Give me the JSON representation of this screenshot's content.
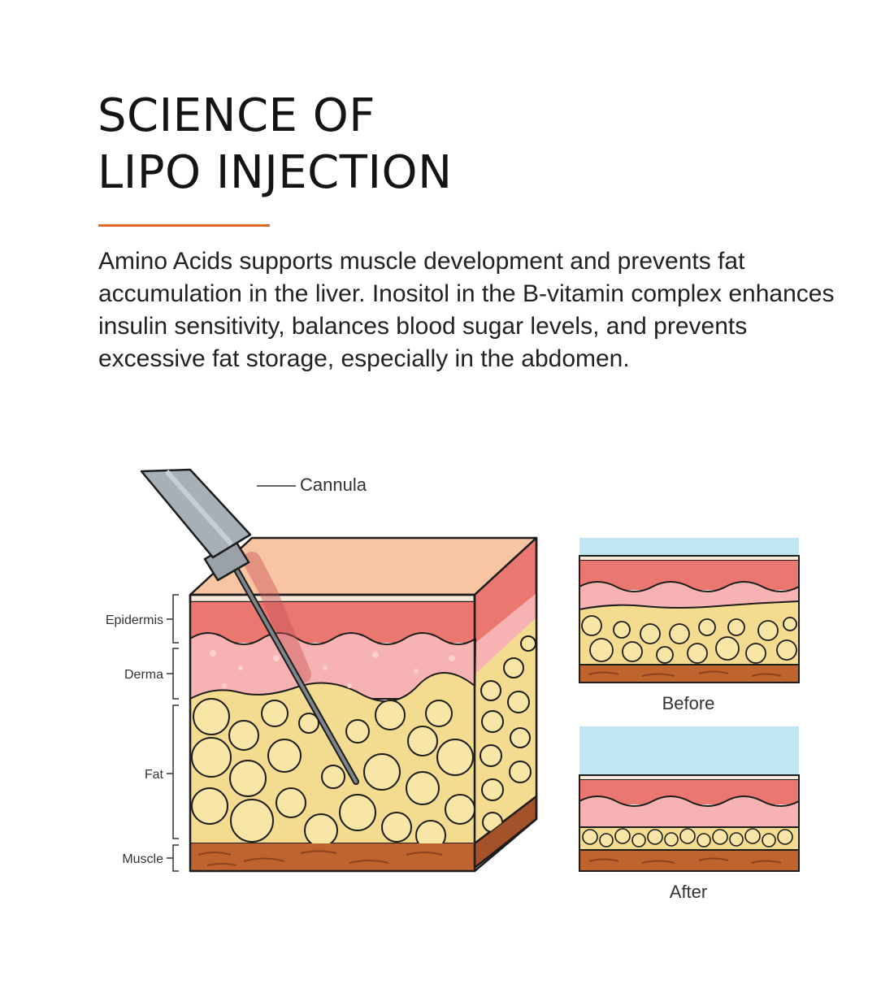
{
  "title": {
    "line1": "SCIENCE OF",
    "line2": "LIPO INJECTION"
  },
  "colors": {
    "accent_rule": "#e0691f",
    "epidermis": "#ea7770",
    "derma": "#f7b3b3",
    "fat": "#f3dc8f",
    "fat_cell": "#f8e6a6",
    "muscle": "#c0642f",
    "skin_top": "#f8c5a2",
    "sky": "#bfe6f1"
  },
  "description": "Amino Acids supports muscle development and prevents fat accumulation in the liver. Inositol in the B-vitamin complex enhances insulin sensitivity, balances blood sugar levels, and prevents excessive fat storage, especially in the abdomen.",
  "diagram": {
    "cannula_label": "Cannula",
    "layers": {
      "epidermis": "Epidermis",
      "derma": "Derma",
      "fat": "Fat",
      "muscle": "Muscle"
    },
    "before_label": "Before",
    "after_label": "After",
    "icons": {
      "tool": "cannula-icon",
      "cells": "fat-cell-icon"
    }
  }
}
